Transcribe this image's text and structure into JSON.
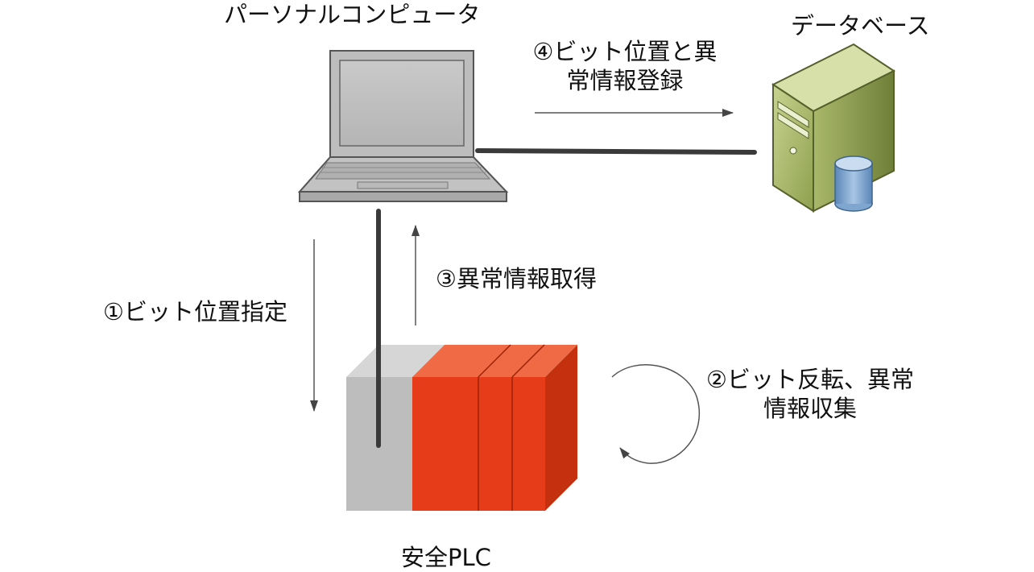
{
  "labels": {
    "pc": "パーソナルコンピュータ",
    "database": "データベース",
    "step4_line1": "④ビット位置と異",
    "step4_line2": "常情報登録",
    "step3": "③異常情報取得",
    "step1": "①ビット位置指定",
    "step2_line1": "②ビット反転、異常",
    "step2_line2": "情報収集",
    "plc": "安全PLC"
  },
  "colors": {
    "laptop_body": "#c0c0c0",
    "laptop_outline": "#555555",
    "server_green": "#a6b86a",
    "server_dark_green": "#7f8f45",
    "db_cylinder": "#7fa6cf",
    "plc_red": "#e63c1a",
    "plc_gray": "#bdbdbd",
    "connector": "#3a3a3a",
    "arrow": "#444444"
  }
}
